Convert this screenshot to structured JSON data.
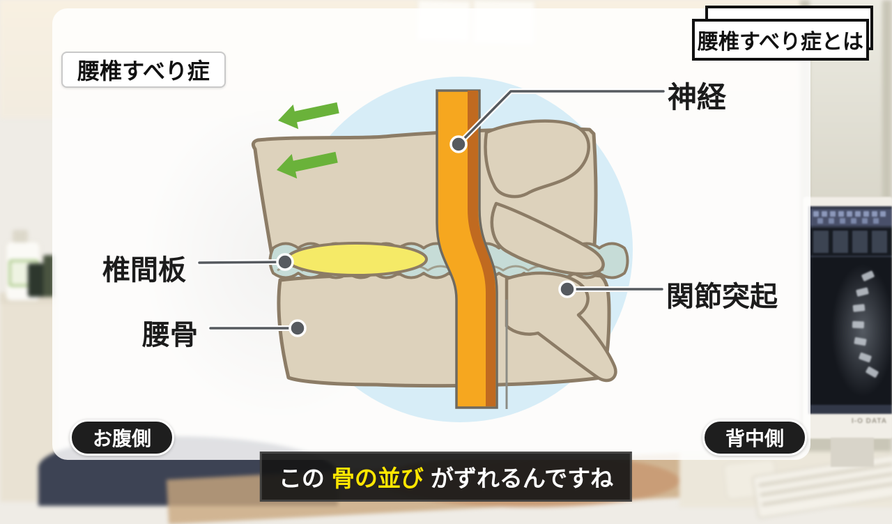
{
  "title_card": {
    "label": "腰椎すべり症とは"
  },
  "diagram_card": {
    "badge": "腰椎すべり症",
    "labels": {
      "nerve": "神経",
      "disc": "椎間板",
      "lumbar_bone": "腰骨",
      "articular_process": "関節突起"
    },
    "direction_left": "お腹側",
    "direction_right": "背中側",
    "colors": {
      "circle_bg": "#d7edf7",
      "bone_fill": "#ddd2bc",
      "bone_stroke": "#8c7c66",
      "disc_fill": "#c6dcd7",
      "nucleus_fill": "#f5ea67",
      "nerve_fill": "#f6a71f",
      "nerve_dark": "#c06a20",
      "arrow_green": "#6ab23a",
      "leader": "#565a5f"
    }
  },
  "caption": {
    "prefix": "この",
    "highlight": "骨の並び",
    "suffix": "がずれるんですね",
    "highlight_color": "#ffe600"
  },
  "background": {
    "monitor_brand": "I-O DATA"
  }
}
